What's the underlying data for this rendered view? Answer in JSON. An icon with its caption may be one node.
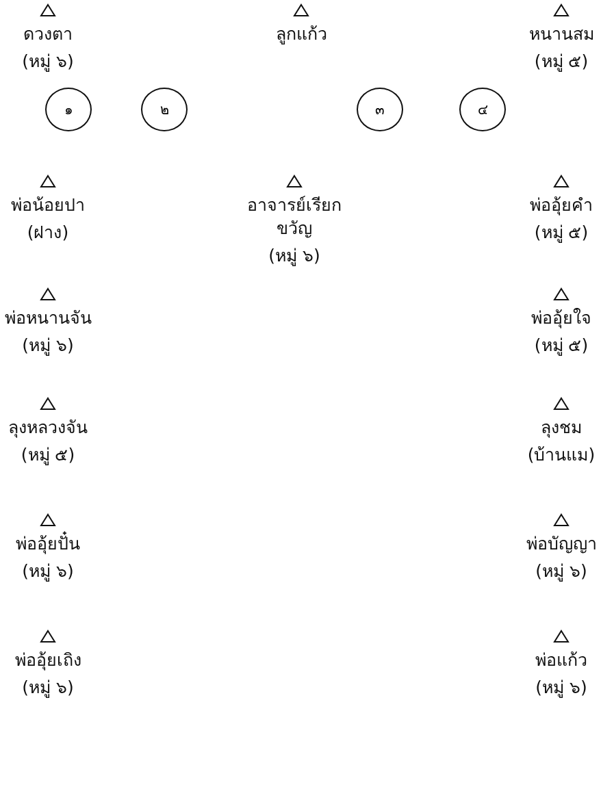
{
  "diagram": {
    "nodes": [
      {
        "text": [
          "ดวงตา",
          "(หมู่ ๖)"
        ]
      },
      {
        "text": [
          "ลูกแก้ว"
        ]
      },
      {
        "text": [
          "หนานสม",
          "(หมู่ ๕)"
        ]
      },
      {
        "text": [
          "๑"
        ]
      },
      {
        "text": [
          "๒"
        ]
      },
      {
        "text": [
          "๓"
        ]
      },
      {
        "text": [
          "๔"
        ]
      },
      {
        "text": [
          "พ่อน้อยปา",
          "(ฝาง)"
        ]
      },
      {
        "text": [
          "อาจารย์เรียกขวัญ",
          "(หมู่ ๖)"
        ]
      },
      {
        "text": [
          "พ่ออุ้ยคำ",
          "(หมู่ ๕)"
        ]
      },
      {
        "text": [
          "พ่อหนานจัน",
          "(หมู่ ๖)"
        ]
      },
      {
        "text": [
          "พ่ออุ้ยใจ",
          "(หมู่ ๕)"
        ]
      },
      {
        "text": [
          "ลุงหลวงจัน",
          "(หมู่ ๕)"
        ]
      },
      {
        "text": [
          "ลุงชม",
          "(บ้านแม)"
        ]
      },
      {
        "text": [
          "พ่ออุ้ยปั๋น",
          "(หมู่ ๖)"
        ]
      },
      {
        "text": [
          "พ่อบัญญา",
          "(หมู่ ๖)"
        ]
      },
      {
        "text": [
          "พ่ออุ้ยเถิง",
          "(หมู่ ๖)"
        ]
      },
      {
        "text": [
          "พ่อแก้ว",
          "(หมู่ ๖)"
        ]
      }
    ],
    "edges": []
  }
}
